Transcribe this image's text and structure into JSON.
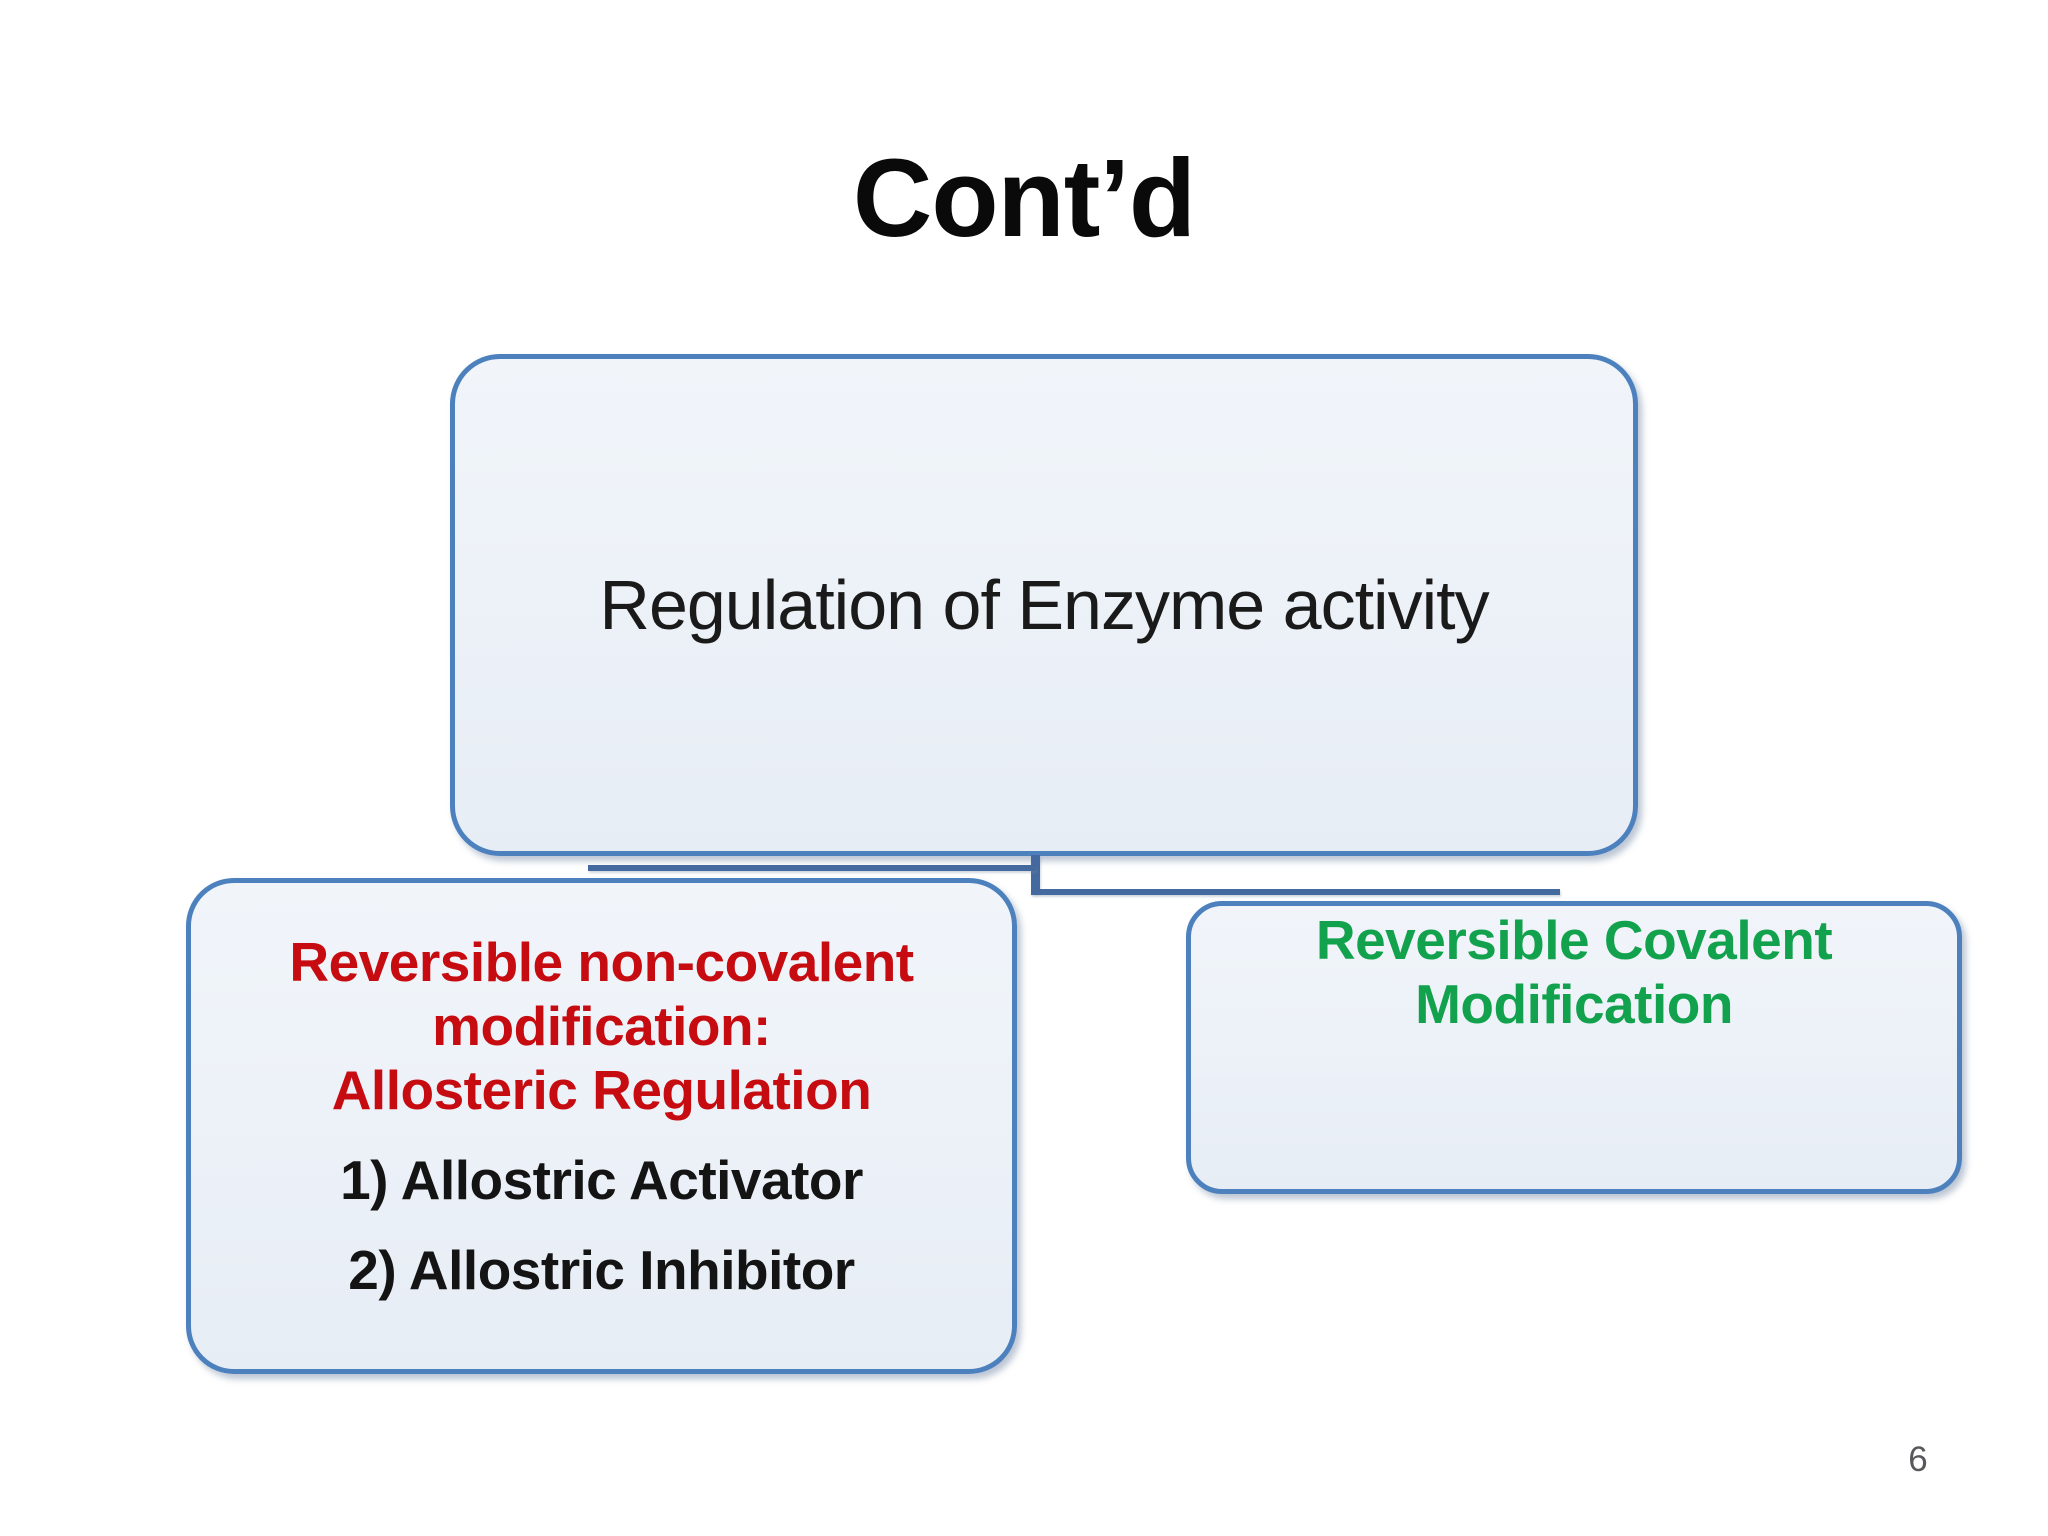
{
  "title": "Cont’d",
  "page_number": "6",
  "colors": {
    "box_border_blue": "#4d81be",
    "box_fill_light": "#ecf1f8",
    "connector_blue": "#44699e",
    "heading_red": "#c60c10",
    "heading_green": "#12a24d",
    "body_text_black": "#141414",
    "page_number_gray": "#58585c"
  },
  "diagram": {
    "root_label": "Regulation of Enzyme activity",
    "left_box": {
      "heading_lines": [
        "Reversible non-covalent",
        "modification:",
        "Allosteric Regulation"
      ],
      "items": [
        "1) Allostric Activator",
        "2) Allostric Inhibitor"
      ]
    },
    "right_box": {
      "heading_lines": [
        "Reversible Covalent",
        "Modification"
      ]
    }
  }
}
